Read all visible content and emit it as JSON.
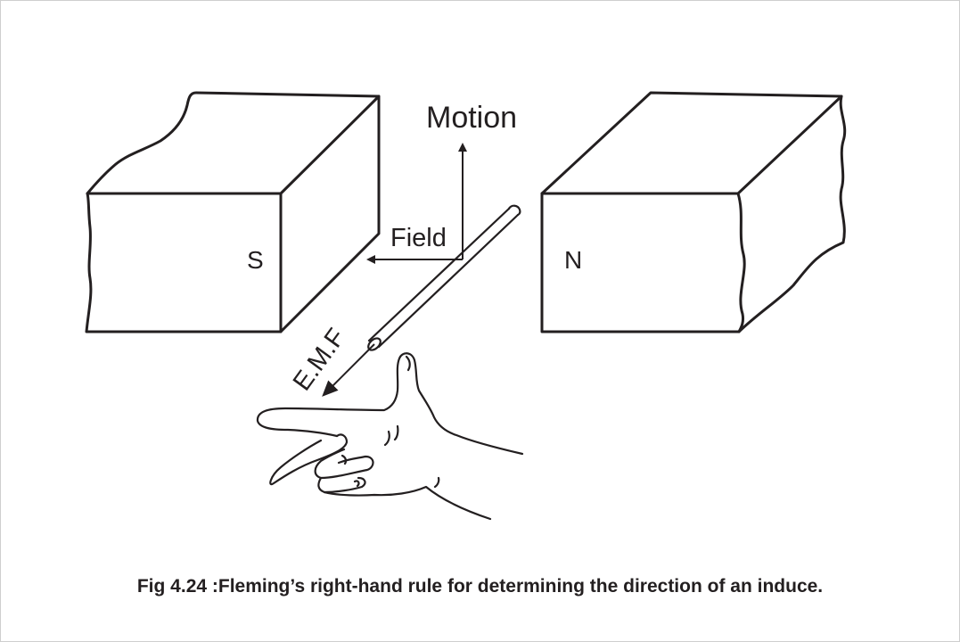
{
  "labels": {
    "south_pole": "S",
    "north_pole": "N",
    "motion": "Motion",
    "field": "Field",
    "emf": "E.M.F"
  },
  "caption": "Fig 4.24 :Fleming’s right-hand rule for determining the direction of an induce.",
  "colors": {
    "ink": "#231f20",
    "background": "#ffffff",
    "frame": "#cfcfcf"
  }
}
